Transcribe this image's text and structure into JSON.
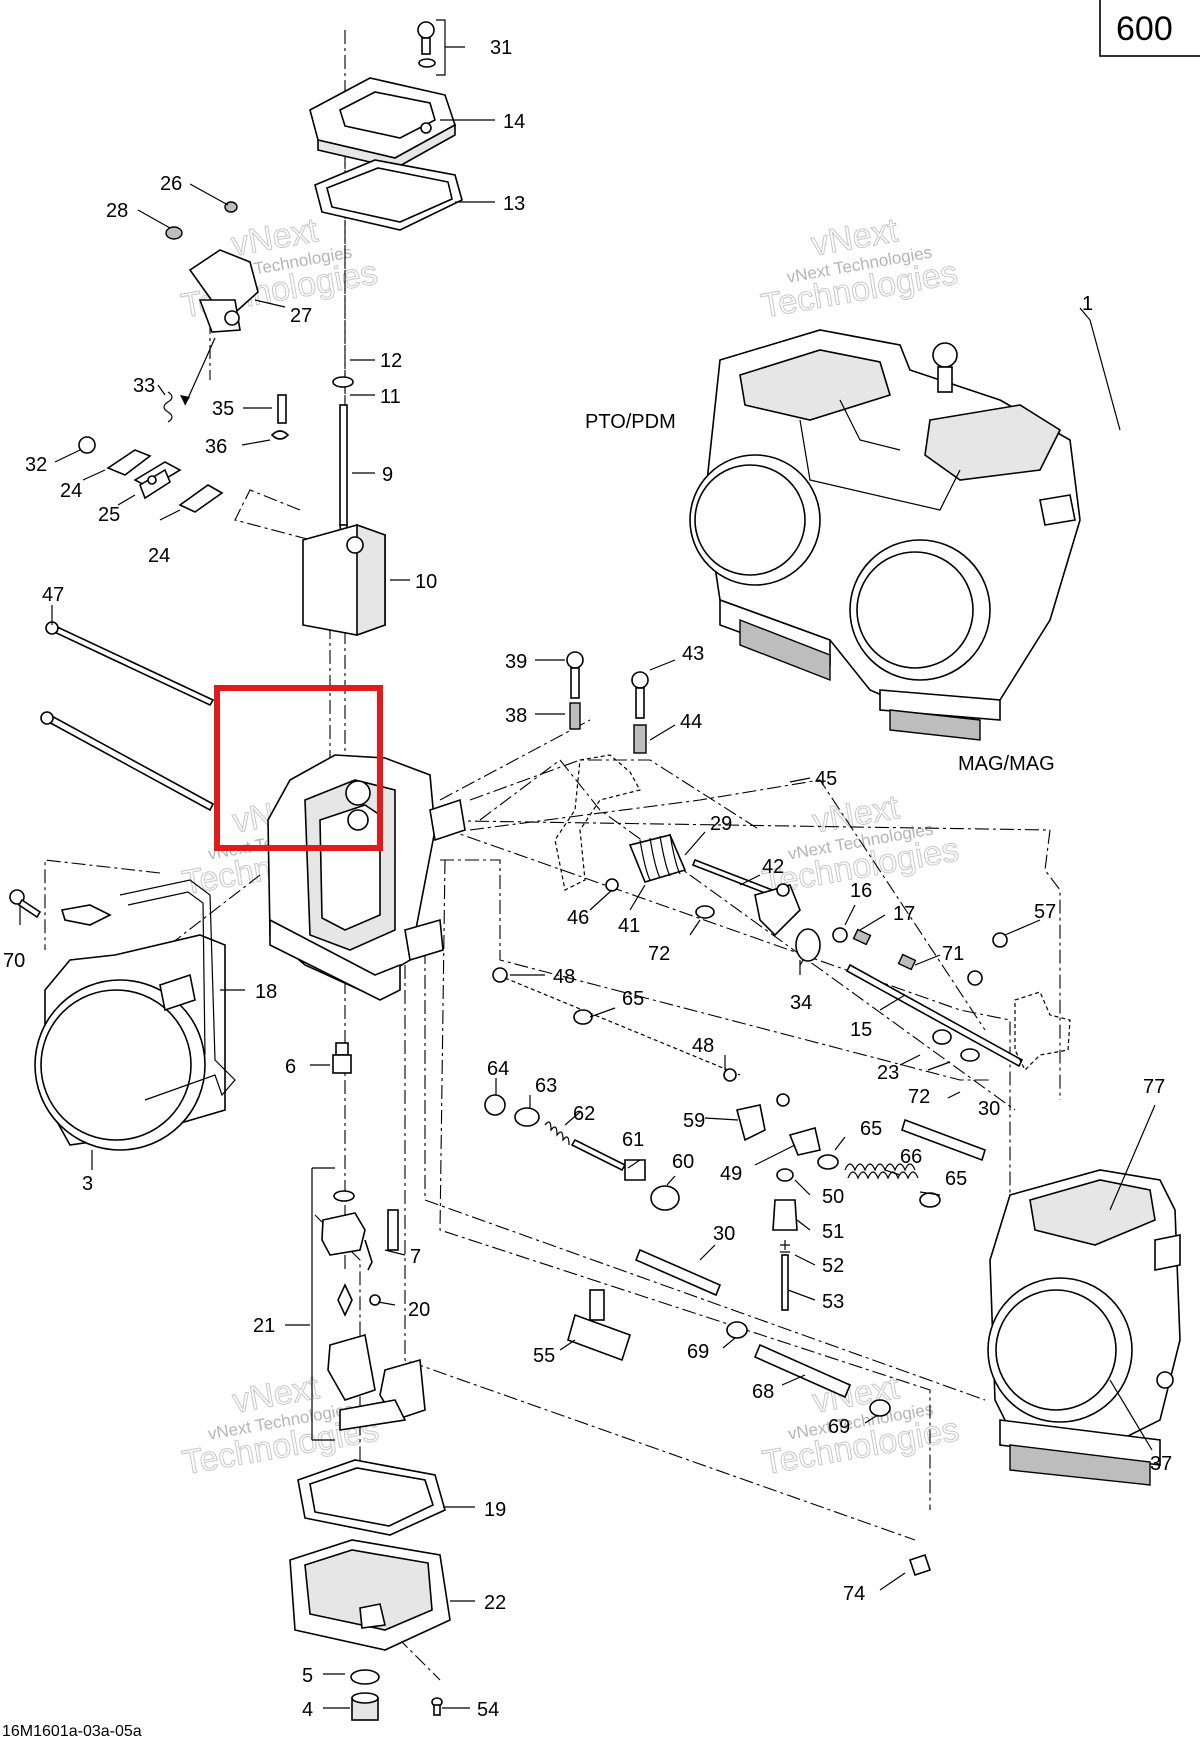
{
  "page_number": "600",
  "figure_code": "16M1601a-03a-05a",
  "section_labels": {
    "pto": "PTO/PDM",
    "mag": "MAG/MAG"
  },
  "watermark": {
    "line1": "vNext",
    "line2": "vNext Technologies",
    "line3": "Technologies"
  },
  "callouts": [
    {
      "id": "31",
      "text": "31"
    },
    {
      "id": "14",
      "text": "14"
    },
    {
      "id": "13",
      "text": "13"
    },
    {
      "id": "26",
      "text": "26"
    },
    {
      "id": "28",
      "text": "28"
    },
    {
      "id": "27",
      "text": "27"
    },
    {
      "id": "1",
      "text": "1"
    },
    {
      "id": "12",
      "text": "12"
    },
    {
      "id": "11",
      "text": "11"
    },
    {
      "id": "33",
      "text": "33"
    },
    {
      "id": "35",
      "text": "35"
    },
    {
      "id": "36",
      "text": "36"
    },
    {
      "id": "9",
      "text": "9"
    },
    {
      "id": "32",
      "text": "32"
    },
    {
      "id": "24a",
      "text": "24"
    },
    {
      "id": "25",
      "text": "25"
    },
    {
      "id": "24b",
      "text": "24"
    },
    {
      "id": "10",
      "text": "10"
    },
    {
      "id": "47",
      "text": "47"
    },
    {
      "id": "39",
      "text": "39"
    },
    {
      "id": "43",
      "text": "43"
    },
    {
      "id": "38",
      "text": "38"
    },
    {
      "id": "44",
      "text": "44"
    },
    {
      "id": "45",
      "text": "45"
    },
    {
      "id": "29",
      "text": "29"
    },
    {
      "id": "42",
      "text": "42"
    },
    {
      "id": "16",
      "text": "16"
    },
    {
      "id": "17",
      "text": "17"
    },
    {
      "id": "57",
      "text": "57"
    },
    {
      "id": "46",
      "text": "46"
    },
    {
      "id": "41",
      "text": "41"
    },
    {
      "id": "72a",
      "text": "72"
    },
    {
      "id": "71",
      "text": "71"
    },
    {
      "id": "70",
      "text": "70"
    },
    {
      "id": "18",
      "text": "18"
    },
    {
      "id": "48a",
      "text": "48"
    },
    {
      "id": "34",
      "text": "34"
    },
    {
      "id": "65a",
      "text": "65"
    },
    {
      "id": "15",
      "text": "15"
    },
    {
      "id": "6",
      "text": "6"
    },
    {
      "id": "64",
      "text": "64"
    },
    {
      "id": "63",
      "text": "63"
    },
    {
      "id": "48b",
      "text": "48"
    },
    {
      "id": "23",
      "text": "23"
    },
    {
      "id": "72b",
      "text": "72"
    },
    {
      "id": "30a",
      "text": "30"
    },
    {
      "id": "77",
      "text": "77"
    },
    {
      "id": "62",
      "text": "62"
    },
    {
      "id": "59",
      "text": "59"
    },
    {
      "id": "65b",
      "text": "65"
    },
    {
      "id": "61",
      "text": "61"
    },
    {
      "id": "60",
      "text": "60"
    },
    {
      "id": "49",
      "text": "49"
    },
    {
      "id": "66",
      "text": "66"
    },
    {
      "id": "3",
      "text": "3"
    },
    {
      "id": "50",
      "text": "50"
    },
    {
      "id": "65c",
      "text": "65"
    },
    {
      "id": "51",
      "text": "51"
    },
    {
      "id": "7",
      "text": "7"
    },
    {
      "id": "30b",
      "text": "30"
    },
    {
      "id": "52",
      "text": "52"
    },
    {
      "id": "20",
      "text": "20"
    },
    {
      "id": "53",
      "text": "53"
    },
    {
      "id": "21",
      "text": "21"
    },
    {
      "id": "69a",
      "text": "69"
    },
    {
      "id": "55",
      "text": "55"
    },
    {
      "id": "68",
      "text": "68"
    },
    {
      "id": "69b",
      "text": "69"
    },
    {
      "id": "37",
      "text": "37"
    },
    {
      "id": "19",
      "text": "19"
    },
    {
      "id": "74",
      "text": "74"
    },
    {
      "id": "22",
      "text": "22"
    },
    {
      "id": "5",
      "text": "5"
    },
    {
      "id": "4",
      "text": "4"
    },
    {
      "id": "54",
      "text": "54"
    }
  ]
}
